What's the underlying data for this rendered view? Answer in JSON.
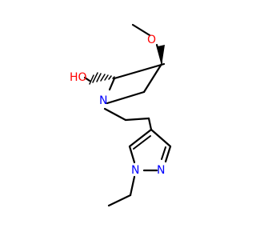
{
  "colors": {
    "carbon_bond": "#000000",
    "oxygen": "#ff0000",
    "nitrogen": "#0000ff",
    "background": "#ffffff"
  },
  "atoms": {
    "o_methoxy": "O",
    "o_hydroxyl": "HO",
    "n_pyrrolidine": "N",
    "n_pyrazole_1": "N",
    "n_pyrazole_2": "N"
  }
}
